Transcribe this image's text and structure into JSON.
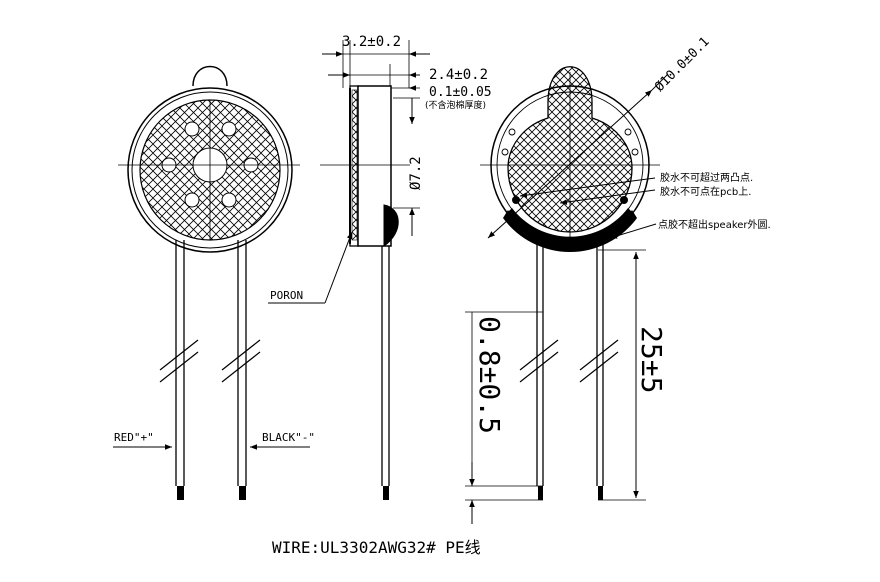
{
  "dimensions": {
    "thickness": "3.2±0.2",
    "body_thickness": "2.4±0.2",
    "gap": "0.1±0.05",
    "gap_note": "(不含泡棉厚度)",
    "inner_diameter": "Ø7.2",
    "outer_diameter": "Ø10.0±0.1",
    "lead_exposed": "0.8±0.5",
    "lead_length": "25±5"
  },
  "labels": {
    "poron": "PORON",
    "red": "RED\"+\"",
    "black": "BLACK\"-\"",
    "wire": "WIRE:UL3302AWG32# PE线"
  },
  "notes": {
    "glue_1": "胶水不可超过两凸点.",
    "glue_2": "胶水不可点在pcb上.",
    "glue_3": "点胶不超出speaker外圆."
  }
}
